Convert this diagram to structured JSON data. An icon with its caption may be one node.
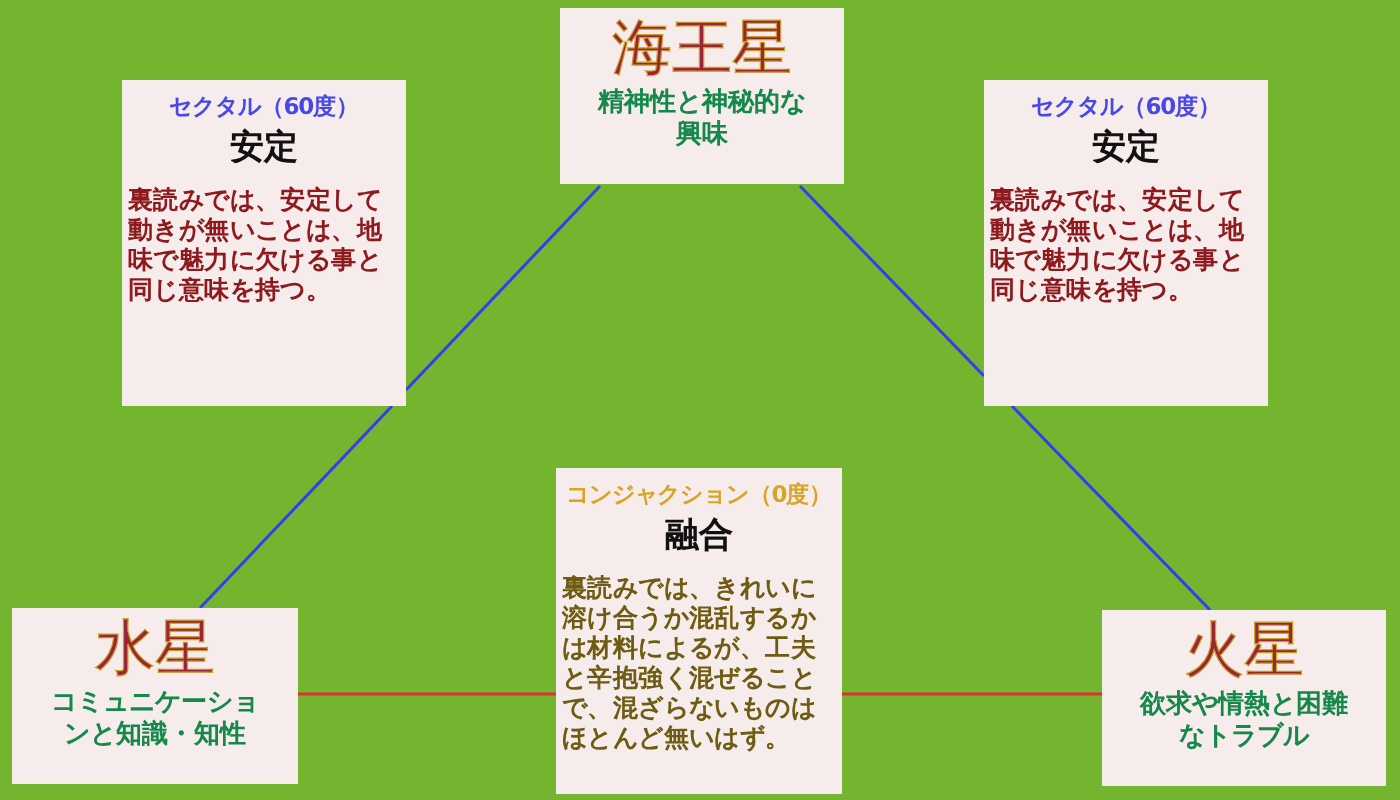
{
  "diagram": {
    "nodes": [
      {
        "text": [
          "海王星",
          "精神性と神秘的な興味"
        ]
      },
      {
        "text": [
          "水星",
          "コミュニケーションと知識・知性"
        ]
      },
      {
        "text": [
          "火星",
          "欲求や情熱と困難なトラブル"
        ]
      },
      {
        "text": [
          "セクタル（60度）",
          "安定",
          "裏読みでは、安定して動きが無いことは、地味で魅力に欠ける事と同じ意味を持つ。"
        ]
      },
      {
        "text": [
          "セクタル（60度）",
          "安定",
          "裏読みでは、安定して動きが無いことは、地味で魅力に欠ける事と同じ意味を持つ。"
        ]
      },
      {
        "text": [
          "コンジャクション（0度）",
          "融合",
          "裏読みでは、きれいに溶け合うか混乱するかは材料によるが、工夫と辛抱強く混ぜることで、混ざらないものはほとんど無いはず。"
        ]
      }
    ],
    "edges": [
      {
        "from": 0,
        "to": 3,
        "arrow": "none"
      },
      {
        "from": 3,
        "to": 1,
        "arrow": "none"
      },
      {
        "from": 0,
        "to": 4,
        "arrow": "none"
      },
      {
        "from": 4,
        "to": 2,
        "arrow": "none"
      },
      {
        "from": 1,
        "to": 5,
        "arrow": "none",
        "color": "#e03030"
      },
      {
        "from": 5,
        "to": 2,
        "arrow": "none",
        "color": "#e03030"
      }
    ]
  }
}
